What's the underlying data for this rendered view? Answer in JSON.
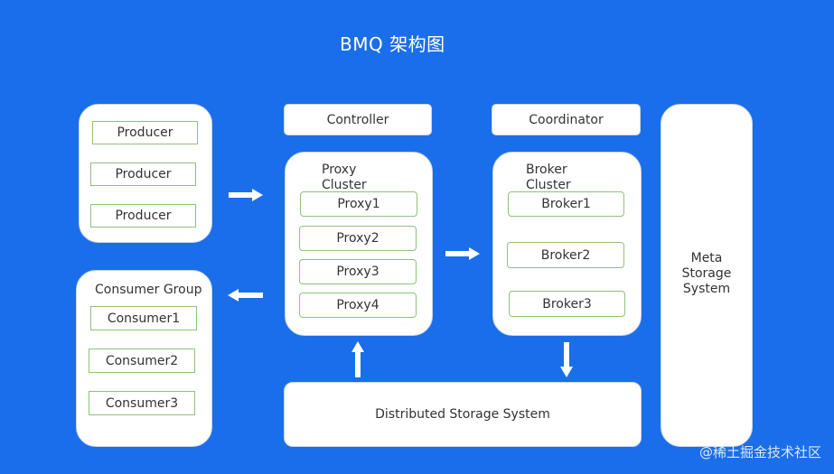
{
  "title": "BMQ 架构图",
  "producers": [
    "Producer",
    "Producer",
    "Producer"
  ],
  "consumer_group": {
    "label": "Consumer Group",
    "items": [
      "Consumer1",
      "Consumer2",
      "Consumer3"
    ]
  },
  "controller": "Controller",
  "coordinator": "Coordinator",
  "proxy_cluster": {
    "label_line1": "Proxy",
    "label_line2": "Cluster",
    "items": [
      "Proxy1",
      "Proxy2",
      "Proxy3",
      "Proxy4"
    ]
  },
  "broker_cluster": {
    "label_line1": "Broker",
    "label_line2": "Cluster",
    "items": [
      "Broker1",
      "Broker2",
      "Broker3"
    ]
  },
  "meta_storage": {
    "line1": "Meta",
    "line2": "Storage",
    "line3": "System"
  },
  "distributed_storage": "Distributed Storage System",
  "watermark": "@稀土掘金技术社区",
  "colors": {
    "background": "#1a6ee9",
    "panel": "#ffffff",
    "item_border": "#8ec27a",
    "arrow": "#ffffff"
  }
}
